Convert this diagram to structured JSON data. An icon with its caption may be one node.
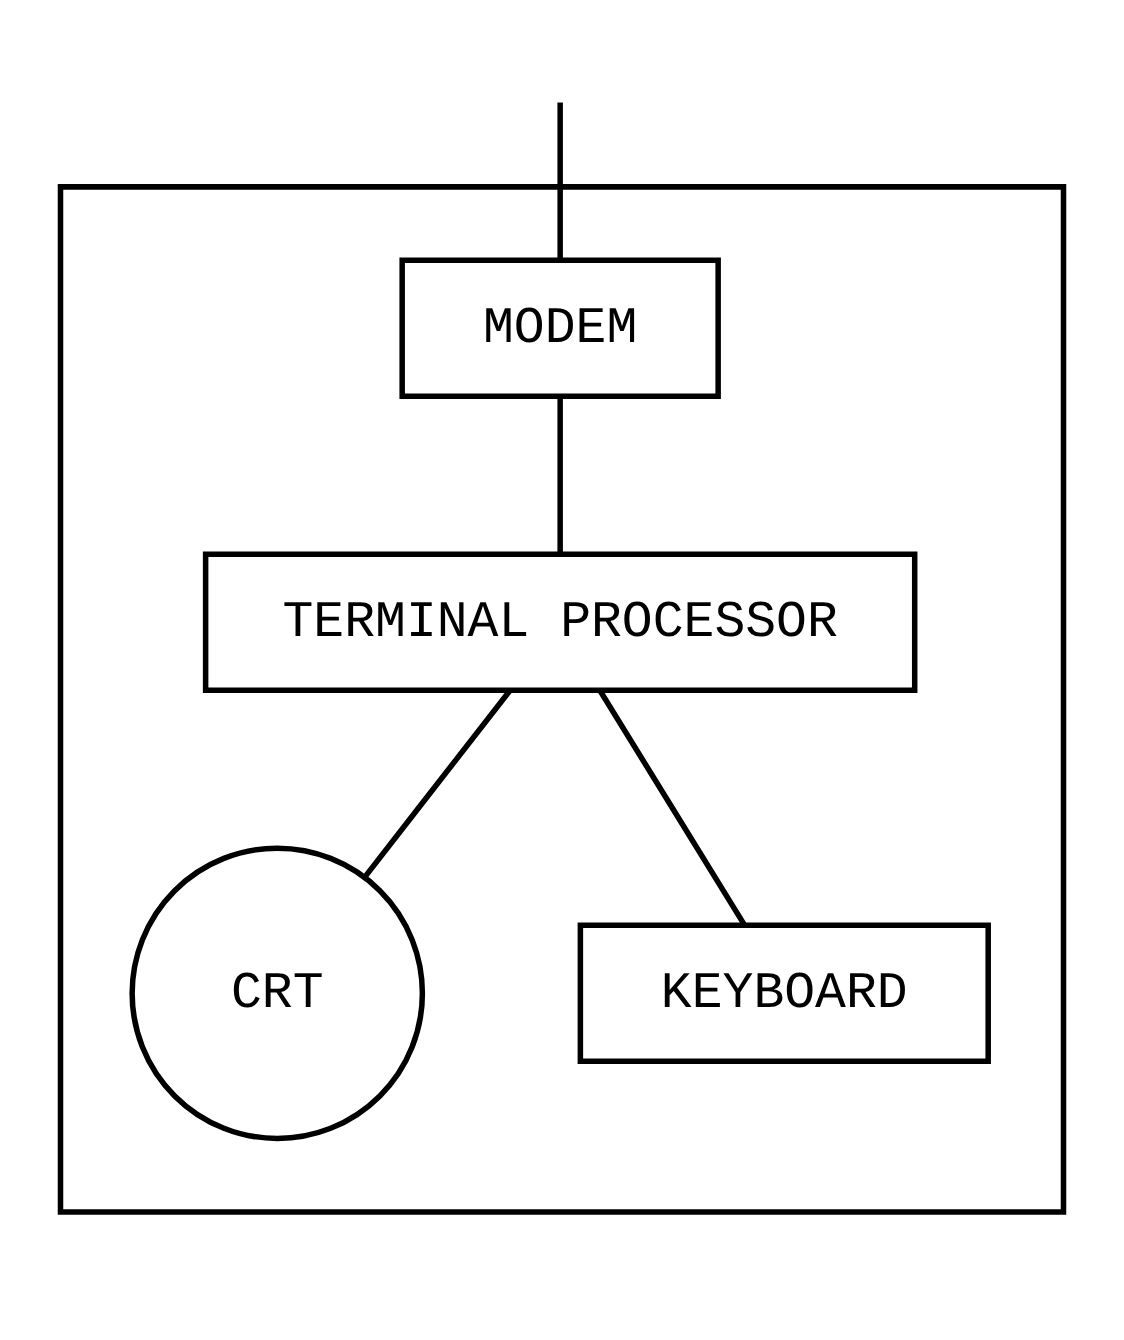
{
  "diagram": {
    "nodes": [
      {
        "text": [],
        "shape": "box"
      },
      {
        "text": [
          "MODEM"
        ],
        "in": 0
      },
      {
        "text": [
          "TERMINAL PROCESSOR"
        ],
        "in": 0
      },
      {
        "text": [
          "CRT"
        ],
        "in": 0
      },
      {
        "text": [
          "KEYBOARD"
        ],
        "in": 0
      }
    ],
    "edges": [
      {
        "from": null,
        "to": 1,
        "arrow": "none"
      },
      {
        "from": 1,
        "to": 2,
        "arrow": "none"
      },
      {
        "from": 2,
        "to": 3,
        "arrow": "none"
      },
      {
        "from": 2,
        "to": 4,
        "arrow": "none"
      }
    ]
  }
}
